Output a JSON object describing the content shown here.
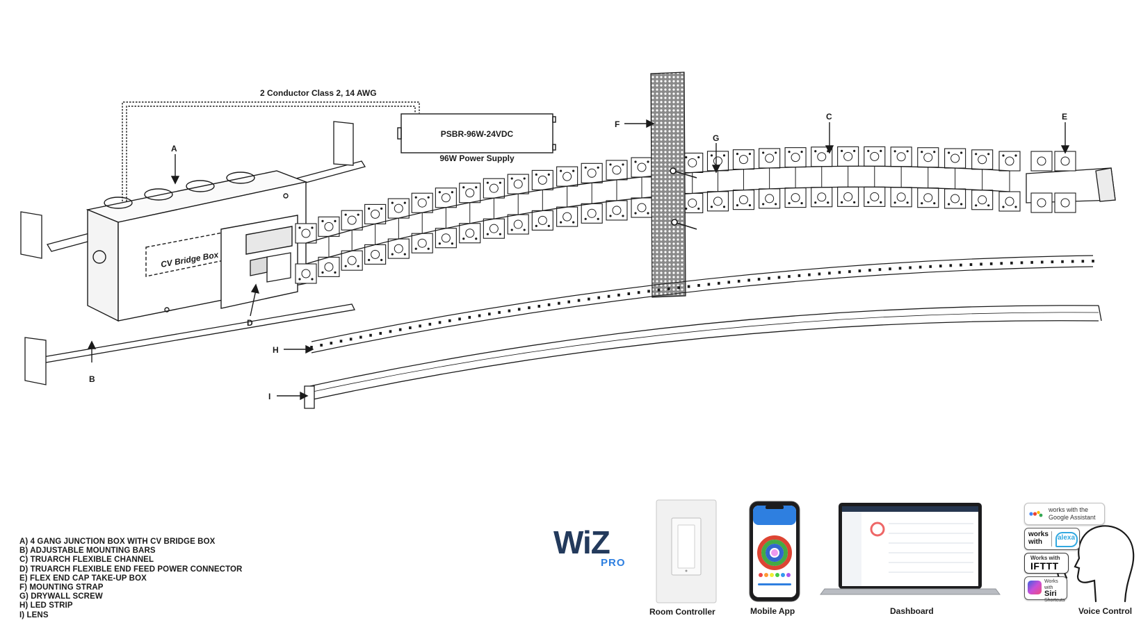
{
  "diagram": {
    "wire_label": "2 Conductor Class 2, 14 AWG",
    "power_supply_model": "PSBR-96W-24VDC",
    "power_supply_caption": "96W Power Supply",
    "bridge_box_label": "CV Bridge Box",
    "callouts": {
      "a": "A",
      "b": "B",
      "c": "C",
      "d": "D",
      "e": "E",
      "f": "F",
      "g": "G",
      "h": "H",
      "i": "I"
    }
  },
  "legend": [
    "A) 4 GANG JUNCTION BOX WITH CV BRIDGE BOX",
    "B) ADJUSTABLE MOUNTING BARS",
    "C) TRUARCH FLEXIBLE CHANNEL",
    "D) TRUARCH FLEXIBLE END FEED POWER CONNECTOR",
    "E) FLEX END CAP TAKE-UP BOX",
    "F) MOUNTING STRAP",
    "G) DRYWALL SCREW",
    "H) LED STRIP",
    "I) LENS"
  ],
  "brand": {
    "wordmark": "WiZ",
    "sub": "PRO"
  },
  "products": {
    "room_controller": "Room Controller",
    "mobile_app": "Mobile App",
    "dashboard": "Dashboard",
    "voice_control": "Voice Control"
  },
  "badges": {
    "google_line1": "works with the",
    "google_line2": "Google Assistant",
    "alexa_line1": "works",
    "alexa_line2": "with",
    "alexa_brand": "alexa",
    "ifttt_line1": "Works with",
    "ifttt_brand": "IFTTT",
    "siri_line1": "Works with",
    "siri_brand": "Siri",
    "siri_line3": "Shortcuts"
  },
  "colors": {
    "line": "#1a1a1a",
    "wiz_navy": "#233a5c",
    "wiz_blue": "#2e7fe0",
    "alexa_blue": "#31a8e0",
    "google_blue": "#4285f4",
    "google_red": "#ea4335",
    "google_yellow": "#fbbc05",
    "google_green": "#34a853"
  }
}
